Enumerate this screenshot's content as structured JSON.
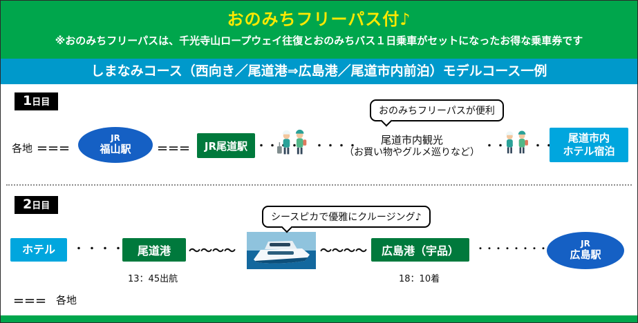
{
  "colors": {
    "header_green": "#00a64c",
    "title_yellow": "#ffe900",
    "course_bar_blue": "#0099cb",
    "jr_station_blue": "#1560c4",
    "port_green": "#00793c",
    "hotel_cyan": "#00a6de"
  },
  "header": {
    "title": "おのみちフリーパス付♪",
    "subtitle": "※おのみちフリーパスは、千光寺山ロープウェイ往復とおのみちバス１日乗車がセットになったお得な乗車券です",
    "course_title": "しまなみコース（西向き／尾道港⇒広島港／尾道市内前泊）モデルコース一例"
  },
  "day1": {
    "label_num": "1",
    "label_unit": "日目",
    "callout": "おのみちフリーパスが便利",
    "origin": "各地",
    "rail_symbol": "＝＝＝",
    "fukuyama_station": {
      "line1": "JR",
      "line2": "福山駅"
    },
    "onomichi_station": "JR尾道駅",
    "walk_dots": "・・・・",
    "sightseeing": {
      "line1": "尾道市内観光",
      "line2": "（お買い物やグルメ巡りなど）"
    },
    "hotel_stay": {
      "line1": "尾道市内",
      "line2": "ホテル宿泊"
    }
  },
  "day2": {
    "label_num": "2",
    "label_unit": "日目",
    "callout": "シースピカで優雅にクルージング♪",
    "hotel": "ホテル",
    "walk_dots": "・・・・",
    "onomichi_port": "尾道港",
    "depart_time": "13：45出航",
    "wave_symbol": "～～～～",
    "hiroshima_port": "広島港（宇品）",
    "arrive_time": "18：10着",
    "transfer_dots": "・・・・・・・・・",
    "hiroshima_station": {
      "line1": "JR",
      "line2": "広島駅"
    }
  },
  "footer_route": {
    "rail_symbol": "＝＝＝",
    "destination": "各地"
  }
}
